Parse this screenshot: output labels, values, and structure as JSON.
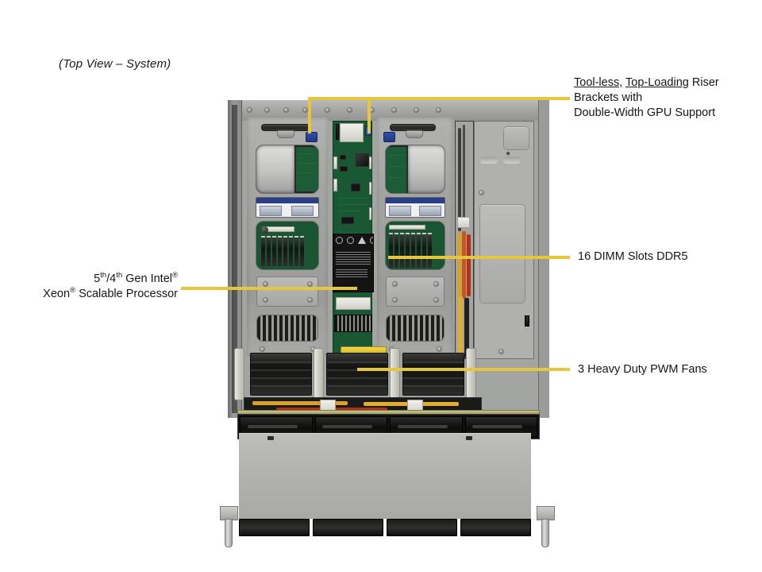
{
  "page": {
    "title": "(Top View – System)"
  },
  "callouts": [
    {
      "id": "riser",
      "lines": [
        "Tool-less, Top-Loading Riser",
        "Brackets with",
        "Double-Width GPU Support"
      ],
      "underlined_part": "Tool-less,  Top-Loading",
      "line1_underlined": "Tool-less,",
      "line1_underlined_2": "Top-Loading",
      "line1_rest": " Riser",
      "line2": "Brackets with",
      "line3": "Double-Width GPU Support"
    },
    {
      "id": "dimm",
      "text": "16 DIMM Slots DDR5"
    },
    {
      "id": "fans",
      "text": "3 Heavy Duty PWM Fans"
    },
    {
      "id": "cpu",
      "line1_a": "5",
      "line1_sup1": "th",
      "line1_b": "/4",
      "line1_sup2": "th",
      "line1_c": " Gen Intel",
      "line1_reg": "®",
      "line2_a": "Xeon",
      "line2_reg": "®",
      "line2_b": " Scalable Processor"
    }
  ],
  "colors": {
    "leader_yellow": "#e6c63c",
    "chassis_gray": "#a3a5a2",
    "pcb_green": "#1a5834",
    "accent_blue": "#2f4fa8",
    "text": "#161616",
    "background": "#ffffff"
  },
  "hardware": {
    "dimm_slot_count": 16,
    "fan_count": 3,
    "drive_bay_count": 4,
    "riser_bracket_count": 2
  }
}
